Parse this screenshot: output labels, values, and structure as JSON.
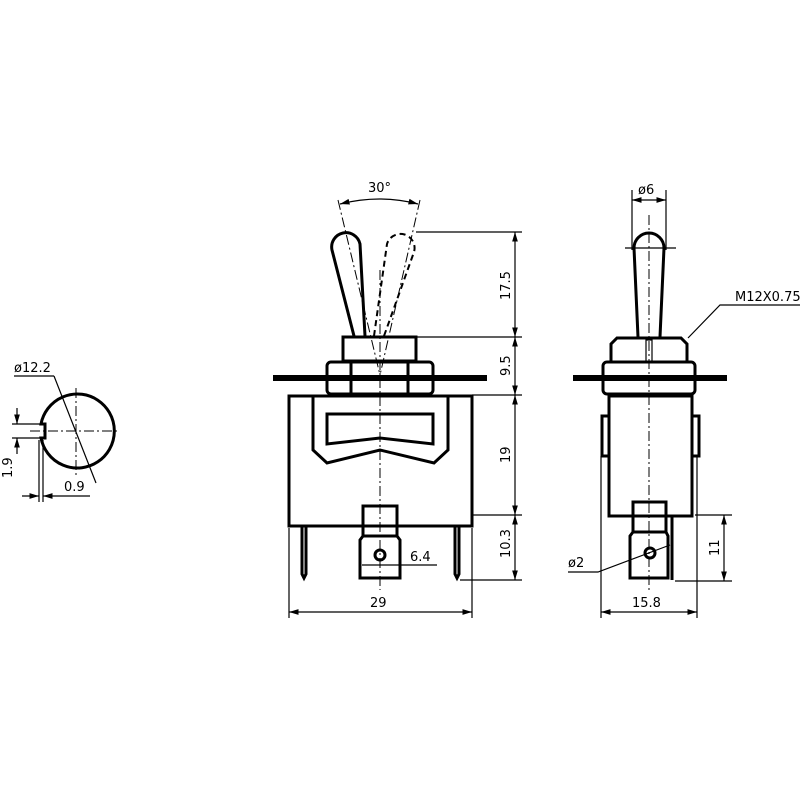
{
  "drawing": {
    "end_view": {
      "diameter": "ø12.2",
      "flat_height": "1.9",
      "flat_depth": "0.9"
    },
    "front_view": {
      "angle": "30°",
      "lever_height": "17.5",
      "bushing_height": "9.5",
      "body_height": "19",
      "terminal_length": "10.3",
      "terminal_width": "6.4",
      "body_width": "29"
    },
    "side_view": {
      "lever_diameter": "ø6",
      "thread": "M12X0.75",
      "hole_diameter": "ø2",
      "terminal_height": "11",
      "body_depth": "15.8"
    }
  }
}
